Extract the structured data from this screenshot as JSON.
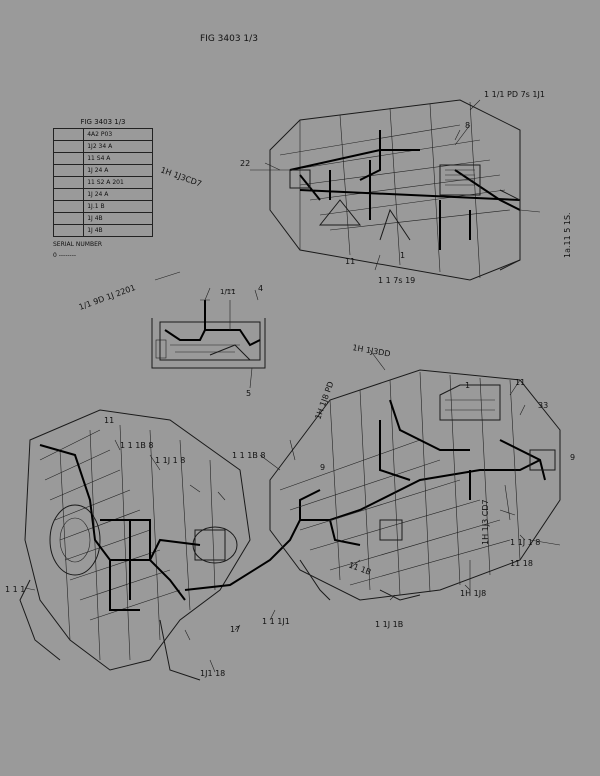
{
  "header": {
    "ref": "FIG 3403 1/3"
  },
  "table": {
    "title": "FIG 3403 1/3",
    "rows": [
      [
        "",
        "4A2 P03"
      ],
      [
        "",
        "1J2 34 A"
      ],
      [
        "",
        "11 S4 A"
      ],
      [
        "",
        "1J 24 A"
      ],
      [
        "",
        "11 S2 A 201"
      ],
      [
        "",
        "1J 24 A"
      ],
      [
        "",
        "1J.1 B"
      ],
      [
        "",
        "1J 4B"
      ],
      [
        "",
        "1J 4B"
      ]
    ],
    "note1": "SERIAL NUMBER",
    "note2": "0 --------"
  },
  "labels": {
    "top_right": "1 1/1 PD 7s 1J1",
    "side_right": "1a.11 5 1S.",
    "diag_upper": "1H 1J3CD7",
    "diag_left": "1/1 9D 1J 2201",
    "upper_bottom": "1 1 7s 19",
    "upper_11": "11",
    "upper_22": "22",
    "upper_8": "8",
    "upper_1": "1",
    "inset_5": "5",
    "inset_4": "4",
    "inset_top": "1/11",
    "mid_right_top": "1H 1J3DD",
    "mid_right_1": "11",
    "mid_right_2": "1",
    "mid_right_33": "33",
    "mid_right_9": "9",
    "lower_label_a": "1 1J 1 8",
    "lower_label_b": "1 1 1B 8",
    "lower_label_c": "9",
    "lower_vert": "1H 1J3 CD7",
    "lower_r1": "1 1J 1 8",
    "lower_r2": "11 18",
    "lower_r3": "1H 1J8",
    "lower_b1": "1 1 1J1",
    "lower_b2": "1 1J 1B",
    "lower_b3": "17",
    "lower_b4": "11 1B",
    "lower_left1": "1 1 1",
    "lower_left2": "11",
    "lower_bottom": "1J1 18",
    "lower_mid": "1H 1J8 PD",
    "lower_a2": "1 1 1B 8"
  }
}
